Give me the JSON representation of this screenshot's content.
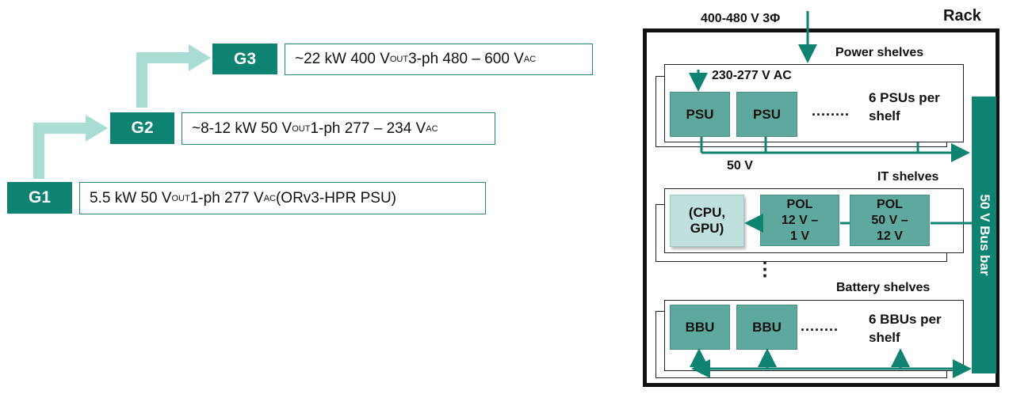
{
  "generations": [
    {
      "label": "G1",
      "spec_prefix": "5.5 kW 50 V",
      "sub1": "OUT",
      "spec_mid": " 1-ph 277 V",
      "sub2": "AC",
      "spec_suffix": " (ORv3-HPR PSU)"
    },
    {
      "label": "G2",
      "spec_prefix": "~8-12 kW 50 V",
      "sub1": "OUT",
      "spec_mid": " 1-ph 277 – 234 V",
      "sub2": "AC",
      "spec_suffix": ""
    },
    {
      "label": "G3",
      "spec_prefix": "~22 kW 400 V",
      "sub1": "OUT",
      "spec_mid": " 3-ph 480 – 600 V",
      "sub2": "AC",
      "spec_suffix": ""
    }
  ],
  "rack": {
    "title": "Rack",
    "input_label": "400-480 V 3Φ",
    "power_shelves": {
      "title": "Power shelves",
      "ac_label": "230-277 V AC",
      "psu1": "PSU",
      "psu2": "PSU",
      "dots": "........",
      "note_line1": "6 PSUs per",
      "note_line2": "shelf",
      "out_label": "50 V"
    },
    "it_shelves": {
      "title": "IT shelves",
      "cpu_line1": "(CPU,",
      "cpu_line2": "GPU)",
      "pol1_line1": "POL",
      "pol1_line2": "12 V –",
      "pol1_line3": "1 V",
      "pol2_line1": "POL",
      "pol2_line2": "50 V –",
      "pol2_line3": "12 V"
    },
    "vertical_dots": "⋮",
    "battery_shelves": {
      "title": "Battery shelves",
      "bbu1": "BBU",
      "bbu2": "BBU",
      "dots": "........",
      "note_line1": "6 BBUs per",
      "note_line2": "shelf"
    },
    "busbar_label": "50 V Bus bar"
  },
  "colors": {
    "teal": "#0f8372",
    "light_teal": "#a9dcd3",
    "block": "#5fa89d",
    "cpu": "#bfe0dc"
  }
}
